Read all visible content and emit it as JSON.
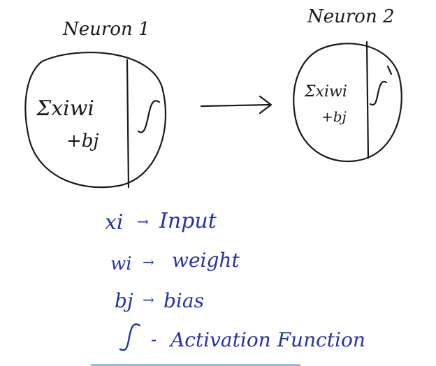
{
  "neuron1": {
    "title": "Neuron 1",
    "sum_text": "Σxiwi",
    "bias_text": "+bj",
    "activation_symbol": "ʃ"
  },
  "neuron2": {
    "title": "Neuron 2",
    "sum_text": "Σxiwi",
    "bias_text": "+bj",
    "activation_symbol": "ʃ"
  },
  "legend": {
    "items": [
      {
        "symbol": "xi",
        "arrow": "→",
        "meaning": "Input"
      },
      {
        "symbol": "wi",
        "arrow": "→",
        "meaning": "weight"
      },
      {
        "symbol": "bj",
        "arrow": "→",
        "meaning": "bias"
      },
      {
        "symbol": "ʃ",
        "arrow": "-",
        "meaning": "Activation Function"
      }
    ]
  },
  "colors": {
    "ink": "#1a1a1a",
    "legend_ink": "#2433a8"
  }
}
